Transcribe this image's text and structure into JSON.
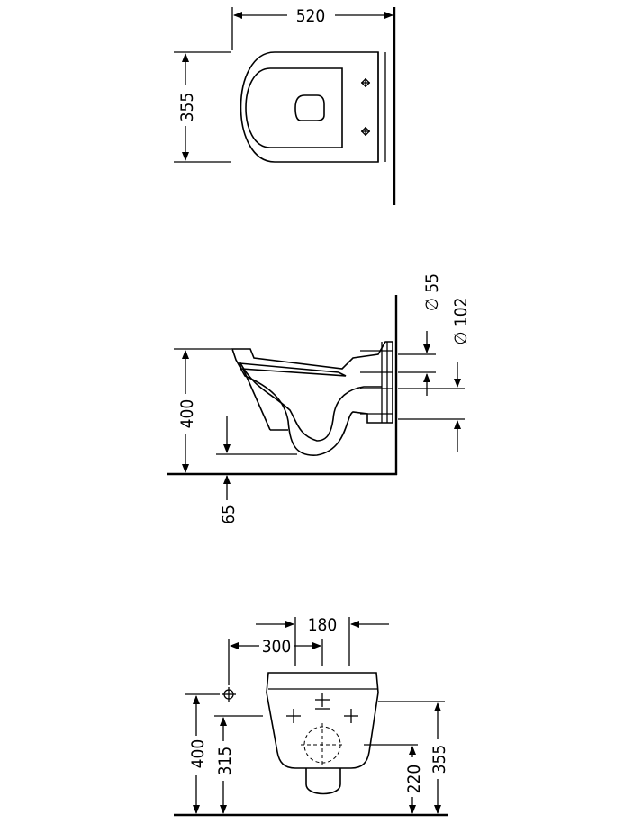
{
  "top_view": {
    "width_label": "520",
    "depth_label": "355"
  },
  "side_view": {
    "height_label": "400",
    "offset_label": "65",
    "pipe_small_label": "∅ 55",
    "pipe_large_label": "∅ 102"
  },
  "front_view": {
    "span_label": "180",
    "offset_label": "300",
    "height_left_label": "400",
    "fixing_left_label": "315",
    "fixing_right_label": "220",
    "height_right_label": "355"
  }
}
